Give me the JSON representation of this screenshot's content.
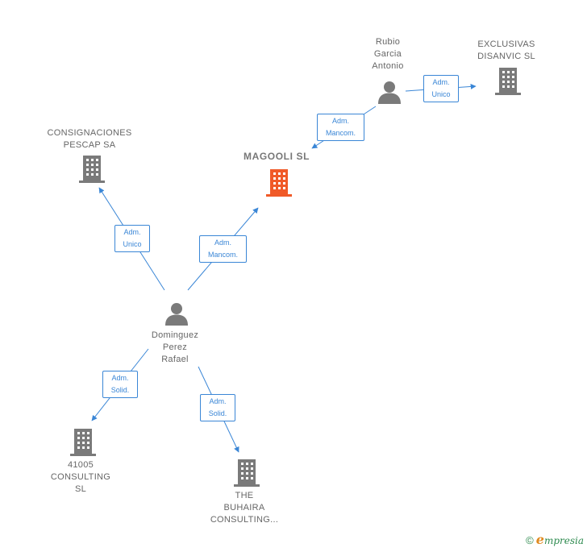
{
  "colors": {
    "edge": "#3a86d6",
    "person": "#7a7a7a",
    "company": "#7a7a7a",
    "highlight_company": "#f05a28",
    "text": "#666666"
  },
  "nodes": {
    "magooli": {
      "type": "company",
      "highlight": true,
      "lines": [
        "MAGOOLI SL"
      ]
    },
    "consignaciones": {
      "type": "company",
      "lines": [
        "CONSIGNACIONES",
        "PESCAP SA"
      ]
    },
    "exclusivas": {
      "type": "company",
      "lines": [
        "EXCLUSIVAS",
        "DISANVIC SL"
      ]
    },
    "rubio": {
      "type": "person",
      "lines": [
        "Rubio",
        "Garcia",
        "Antonio"
      ]
    },
    "dominguez": {
      "type": "person",
      "lines": [
        "Dominguez",
        "Perez",
        "Rafael"
      ]
    },
    "c41005": {
      "type": "company",
      "lines": [
        "41005",
        "CONSULTING",
        "SL"
      ]
    },
    "buhaira": {
      "type": "company",
      "lines": [
        "THE",
        "BUHAIRA",
        "CONSULTING..."
      ]
    }
  },
  "edges": [
    {
      "from": "dominguez",
      "to": "consignaciones",
      "lines": [
        "Adm.",
        "Unico"
      ]
    },
    {
      "from": "dominguez",
      "to": "magooli",
      "lines": [
        "Adm.",
        "Mancom."
      ]
    },
    {
      "from": "rubio",
      "to": "magooli",
      "lines": [
        "Adm.",
        "Mancom."
      ]
    },
    {
      "from": "rubio",
      "to": "exclusivas",
      "lines": [
        "Adm.",
        "Unico"
      ]
    },
    {
      "from": "dominguez",
      "to": "c41005",
      "lines": [
        "Adm.",
        "Solid."
      ]
    },
    {
      "from": "dominguez",
      "to": "buhaira",
      "lines": [
        "Adm.",
        "Solid."
      ]
    }
  ],
  "footer": {
    "copyright": "©",
    "brand_first": "e",
    "brand_rest": "mpresia"
  }
}
